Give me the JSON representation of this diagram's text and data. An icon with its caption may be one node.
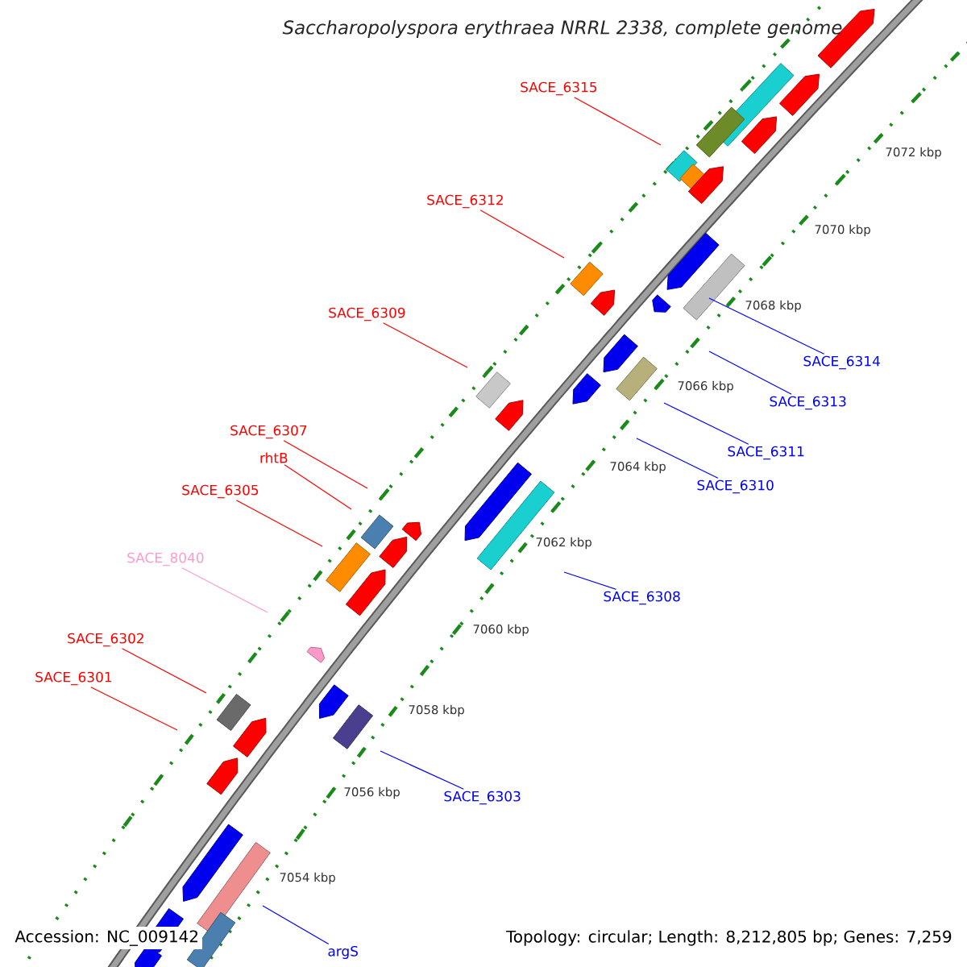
{
  "diagram": {
    "title": "Saccharopolyspora erythraea NRRL 2338, complete genome",
    "nodes": [
      {
        "text": [
          "SACE_6315"
        ]
      },
      {
        "text": [
          "SACE_6312"
        ]
      },
      {
        "text": [
          "SACE_6309"
        ]
      },
      {
        "text": [
          "SACE_6314"
        ]
      },
      {
        "text": [
          "SACE_6313"
        ]
      },
      {
        "text": [
          "SACE_6307"
        ]
      },
      {
        "text": [
          "SACE_6311"
        ]
      },
      {
        "text": [
          "rhtB"
        ]
      },
      {
        "text": [
          "SACE_6310"
        ]
      },
      {
        "text": [
          "SACE_6305"
        ]
      },
      {
        "text": [
          "SACE_8040"
        ]
      },
      {
        "text": [
          "SACE_6308"
        ]
      },
      {
        "text": [
          "SACE_6302"
        ]
      },
      {
        "text": [
          "SACE_6301"
        ]
      },
      {
        "text": [
          "SACE_6303"
        ]
      },
      {
        "text": [
          "argS"
        ]
      }
    ],
    "edges": [
      {
        "from": 0,
        "to": null,
        "arrow": "none"
      },
      {
        "from": 1,
        "to": null,
        "arrow": "none"
      },
      {
        "from": 2,
        "to": null,
        "arrow": "none"
      },
      {
        "from": 3,
        "to": null,
        "arrow": "none",
        "color": "#0000ff"
      },
      {
        "from": 4,
        "to": null,
        "arrow": "none",
        "color": "#0000ff"
      },
      {
        "from": 5,
        "to": null,
        "arrow": "none"
      },
      {
        "from": 6,
        "to": null,
        "arrow": "none",
        "color": "#0000ff"
      },
      {
        "from": 7,
        "to": null,
        "arrow": "none"
      },
      {
        "from": 8,
        "to": null,
        "arrow": "none",
        "color": "#0000ff"
      },
      {
        "from": 9,
        "to": null,
        "arrow": "none"
      },
      {
        "from": 10,
        "to": null,
        "arrow": "none",
        "color": "#ff99cc"
      },
      {
        "from": 11,
        "to": null,
        "arrow": "none",
        "color": "#0000ff"
      },
      {
        "from": 12,
        "to": null,
        "arrow": "none"
      },
      {
        "from": 13,
        "to": null,
        "arrow": "none"
      },
      {
        "from": 14,
        "to": null,
        "arrow": "none",
        "color": "#0000ff"
      },
      {
        "from": 15,
        "to": null,
        "arrow": "none",
        "color": "#0000ff"
      }
    ],
    "labels": [
      "7072 kbp",
      "7070 kbp",
      "7068 kbp",
      "7066 kbp",
      "7064 kbp",
      "7062 kbp",
      "7060 kbp",
      "7058 kbp",
      "7056 kbp",
      "7054 kbp",
      "Accession: NC_009142",
      "Topology: circular; Length: 8,212,805 bp; Genes: 7,259"
    ]
  }
}
